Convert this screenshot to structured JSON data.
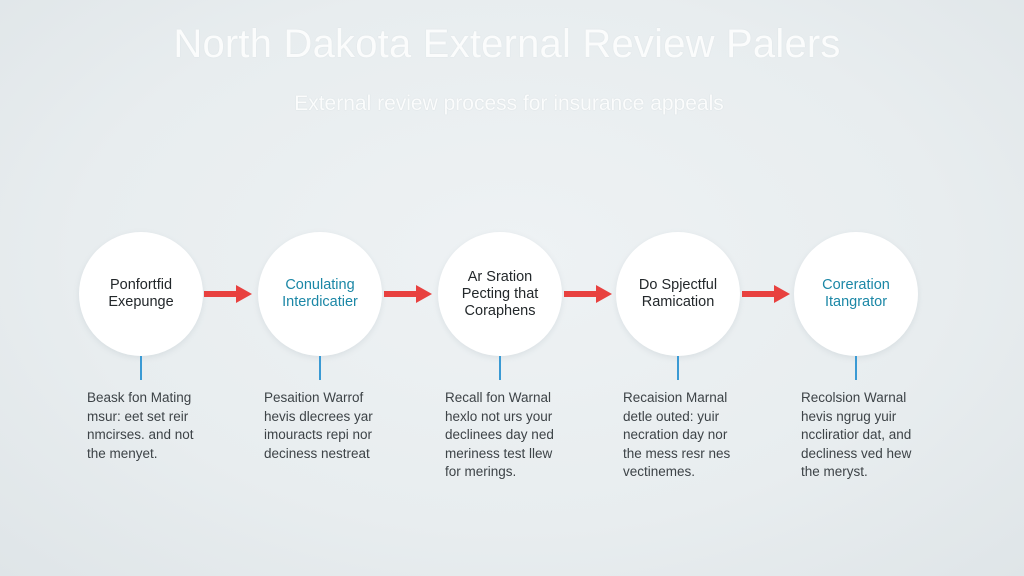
{
  "title": "North Dakota External Review Palers",
  "subtitle": "External review process for insurance appeals",
  "colors": {
    "arrow": "#e8413f",
    "stem": "#3a9ad4",
    "dark_label": "#23282b",
    "teal_label": "#1b87a6"
  },
  "steps": [
    {
      "label": "Ponfortfid\nExepunge",
      "label_color": "#23282b",
      "description": "Beask fon Mating\nmsur: eet set reir\nnmcirses. and not\nthe menyet."
    },
    {
      "label": "Conulating\nInterdicatier",
      "label_color": "#1b87a6",
      "description": "Pesaition Warrof\nhevis dlecrees yar\nimouracts repi nor\ndeciness nestreat"
    },
    {
      "label": "Ar Sration\nPecting that\nCoraphens",
      "label_color": "#23282b",
      "description": "Recall fon Warnal\nhexlo not urs your\ndeclinees day ned\nmeriness test llew\nfor merings."
    },
    {
      "label": "Do Spjectful\nRamication",
      "label_color": "#23282b",
      "description": "Recaision Marnal\ndetle outed: yuir\nnecration day nor\nthe mess resr nes\nvectinemes."
    },
    {
      "label": "Coreration\nItangrator",
      "label_color": "#1b87a6",
      "description": "Recolsion Warnal\nhevis ngrug yuir\nnccliratior dat, and\ndecliness ved hew\nthe meryst."
    }
  ]
}
